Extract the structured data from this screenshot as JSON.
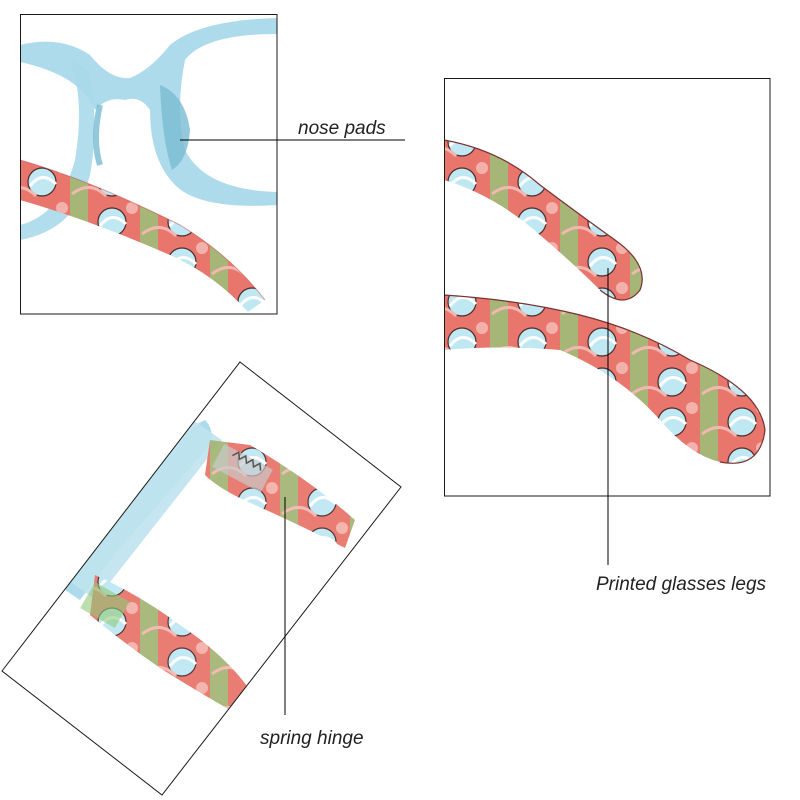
{
  "callouts": {
    "nose_pads": "nose pads",
    "glasses_legs": "Printed glasses legs",
    "spring_hinge": "spring hinge"
  },
  "colors": {
    "frame_blue": "#a9d9ea",
    "frame_blue_dark": "#79bcd3",
    "print_red": "#e8766c",
    "print_green": "#8fca7a",
    "print_pink": "#f3b7b1",
    "print_cyan": "#bfe8f2",
    "outline": "#1a1a1a",
    "leader_line": "#000000"
  }
}
